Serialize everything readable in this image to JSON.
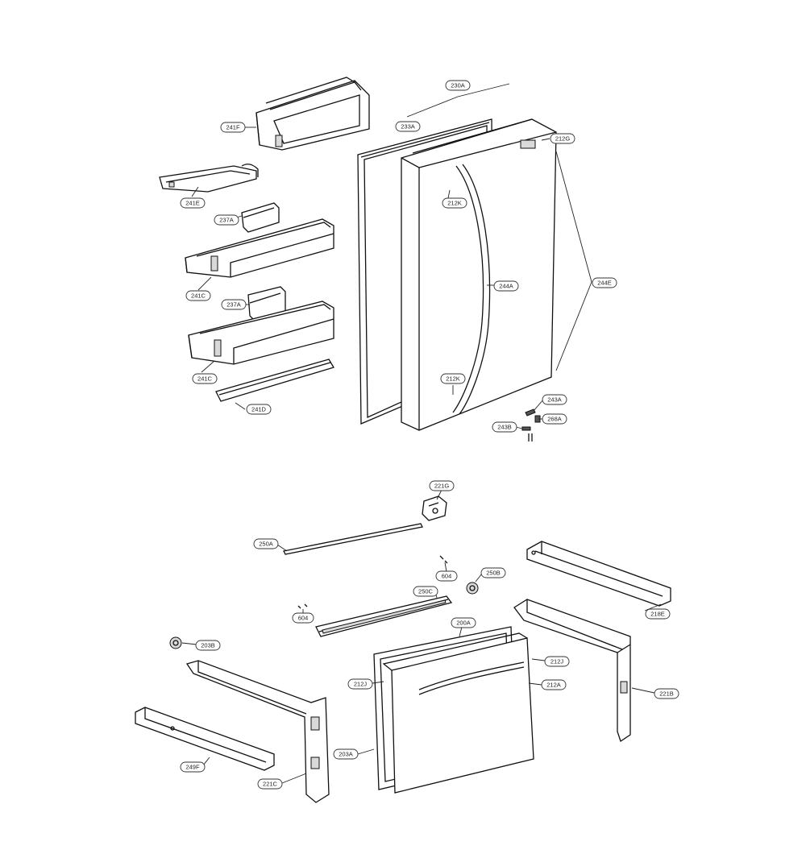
{
  "labels": {
    "p230A": "230A",
    "p233A": "233A",
    "p241F": "241F",
    "p212G": "212G",
    "p241E": "241E",
    "p212K_top": "212K",
    "p237A_1": "237A",
    "p244E": "244E",
    "p244A": "244A",
    "p241C_1": "241C",
    "p237A_2": "237A",
    "p241C_2": "241C",
    "p212K_bot": "212K",
    "p241D": "241D",
    "p243A": "243A",
    "p268A": "268A",
    "p243B": "243B",
    "p221G": "221G",
    "p250A": "250A",
    "p604_right": "604",
    "p250B": "250B",
    "p250C": "250C",
    "p604_left": "604",
    "p218E": "218E",
    "p200A": "200A",
    "p203B": "203B",
    "p212J_right": "212J",
    "p212J_left": "212J",
    "p212A": "212A",
    "p221B": "221B",
    "p203A": "203A",
    "p249F": "249F",
    "p221C": "221C"
  }
}
